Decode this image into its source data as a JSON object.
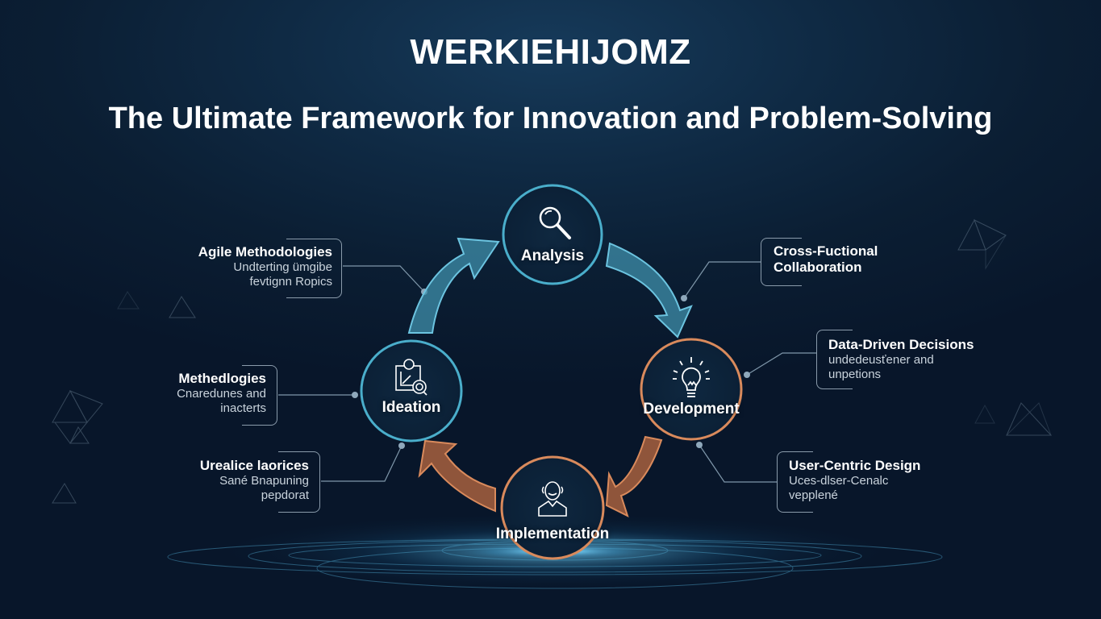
{
  "header": {
    "title": "WERKIEHIJOMZ",
    "subtitle": "The Ultimate Framework for Innovation and Problem-Solving"
  },
  "cycle": {
    "nodes": [
      {
        "id": "analysis",
        "label": "Analysis",
        "icon": "magnifier-icon",
        "ring_color": "#4aaecb"
      },
      {
        "id": "development",
        "label": "Development",
        "icon": "lightbulb-icon",
        "ring_color": "#d98a5c"
      },
      {
        "id": "implementation",
        "label": "Implementation",
        "icon": "person-icon",
        "ring_color": "#d98a5c"
      },
      {
        "id": "ideation",
        "label": "Ideation",
        "icon": "board-search-icon",
        "ring_color": "#4aaecb"
      }
    ],
    "arrows": [
      {
        "from": "ideation",
        "to": "analysis",
        "color": "#3f8fab"
      },
      {
        "from": "analysis",
        "to": "development",
        "color": "#3f8fab"
      },
      {
        "from": "development",
        "to": "implementation",
        "color": "#a7603e"
      },
      {
        "from": "implementation",
        "to": "ideation",
        "color": "#a7603e"
      }
    ]
  },
  "notes": {
    "left": [
      {
        "title": "Agile Methodologies",
        "lines": [
          "Undterting ümgibe",
          "fevtignn Ropics"
        ]
      },
      {
        "title": "Methedlogies",
        "lines": [
          "Cnaredunes and",
          "inacterts"
        ]
      },
      {
        "title": "Urealice laorices",
        "lines": [
          "Sané Bnapuning",
          "pepdorat"
        ]
      }
    ],
    "right": [
      {
        "title": "Cross-Fuctional",
        "title2": "Collaboration",
        "lines": []
      },
      {
        "title": "Data-Driven Decisions",
        "lines": [
          "undedeusťener and",
          "unpetions"
        ]
      },
      {
        "title": "User-Centric Design",
        "lines": [
          "Uces-dlser-Cenalc",
          "vepplené"
        ]
      }
    ]
  },
  "colors": {
    "background": "#0b1e33",
    "teal_accent": "#4aaecb",
    "copper_accent": "#d98a5c",
    "connector": "#7f97aa"
  }
}
